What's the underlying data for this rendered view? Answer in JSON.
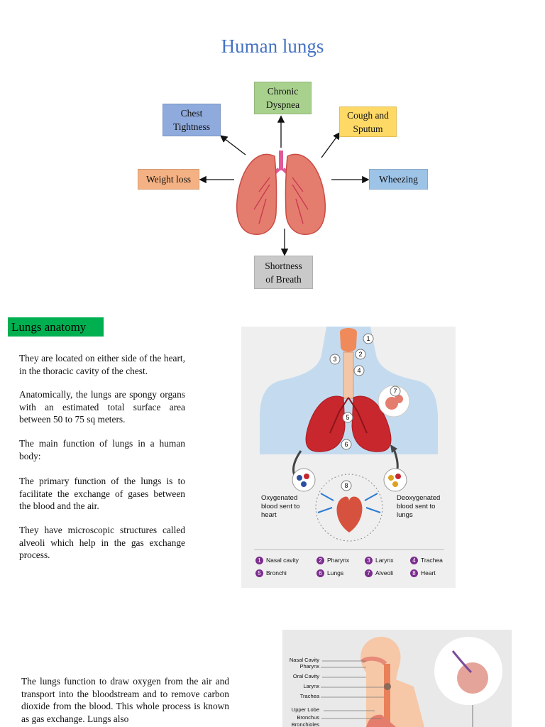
{
  "title": "Human lungs",
  "symptom_diagram": {
    "center_icon": "lungs-icon",
    "symptoms": [
      {
        "id": "chronic-dyspnea",
        "label": "Chronic\nDyspnea",
        "color": "#a9d18e"
      },
      {
        "id": "chest-tightness",
        "label": "Chest\nTightness",
        "color": "#8faadc"
      },
      {
        "id": "cough-and-sputum",
        "label": "Cough and\nSputum",
        "color": "#ffd966"
      },
      {
        "id": "weight-loss",
        "label": "Weight loss",
        "color": "#f4b183"
      },
      {
        "id": "wheezing",
        "label": "Wheezing",
        "color": "#9dc3e6"
      },
      {
        "id": "shortness-of-breath",
        "label": "Shortness\nof Breath",
        "color": "#c9c9c9"
      }
    ]
  },
  "section": {
    "label": "Lungs anatomy",
    "color": "#00b050"
  },
  "paragraphs": [
    "They are located on either side of the heart, in the thoracic cavity of the chest.",
    "Anatomically, the lungs are spongy organs with an estimated total surface area between 50 to 75 sq meters.",
    "The main function of lungs in a human body:",
    "The primary function of the lungs is to facilitate the exchange of gases between the blood and the air.",
    "They have microscopic structures called alveoli which help in the gas exchange process."
  ],
  "anatomy_figure": {
    "numbers": [
      "1",
      "2",
      "3",
      "4",
      "5",
      "6",
      "7",
      "8"
    ],
    "oxygenated_caption": "Oxygenated blood sent to heart",
    "deoxygenated_caption": "Deoxygenated blood sent to lungs",
    "legend": [
      {
        "num": "1",
        "label": "Nasal cavity"
      },
      {
        "num": "2",
        "label": "Pharynx"
      },
      {
        "num": "3",
        "label": "Larynx"
      },
      {
        "num": "4",
        "label": "Trachea"
      },
      {
        "num": "5",
        "label": "Bronchi"
      },
      {
        "num": "6",
        "label": "Lungs"
      },
      {
        "num": "7",
        "label": "Alveoli"
      },
      {
        "num": "8",
        "label": "Heart"
      }
    ],
    "legend_color": "#7b2d8e"
  },
  "bottom_paragraph": "The lungs function to draw oxygen from the air and transport into the bloodstream and to remove carbon dioxide from the blood. This whole process is known as gas exchange. Lungs also",
  "respiratory_figure": {
    "labels": [
      "Nasal Cavity",
      "Pharynx",
      "Oral Cavity",
      "Larynx",
      "Trachea",
      "Upper Lobe",
      "Bronchus",
      "Bronchioles"
    ]
  }
}
